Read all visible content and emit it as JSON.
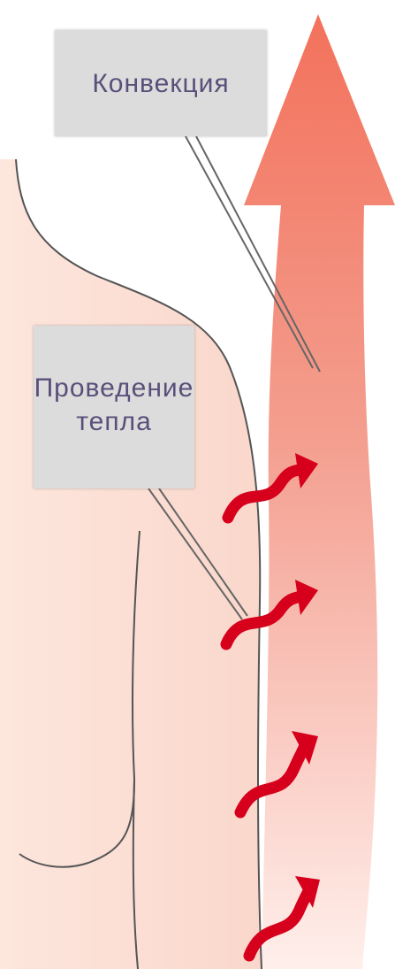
{
  "labels": {
    "convection": "Конвекция",
    "conduction_line1": "Проведение",
    "conduction_line2": "тепла"
  },
  "colors": {
    "skin": "#fbe0d6",
    "convection_arrow_top": "#f26a53",
    "convection_arrow_bottom": "#ffeeea",
    "heat_wave": "#d6001c",
    "label_box": "#dcdcdc",
    "label_text": "#5a4f7a",
    "outline": "#555555"
  }
}
